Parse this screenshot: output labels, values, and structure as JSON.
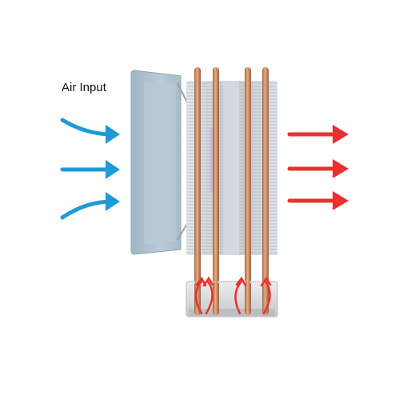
{
  "diagram": {
    "caption": "Air Input",
    "colors": {
      "intake_arrow": "#1e9bd7",
      "exhaust_arrow": "#e8322f",
      "heat_arrow": "#e8322f",
      "fan_frame": "#a9bfcc",
      "heatsink_fin": "#c9ced4",
      "heatpipe": "#c98556",
      "base_plate": "#d9dadc"
    },
    "intake_arrows": 3,
    "exhaust_arrows": 3,
    "heatpipes": 4
  }
}
